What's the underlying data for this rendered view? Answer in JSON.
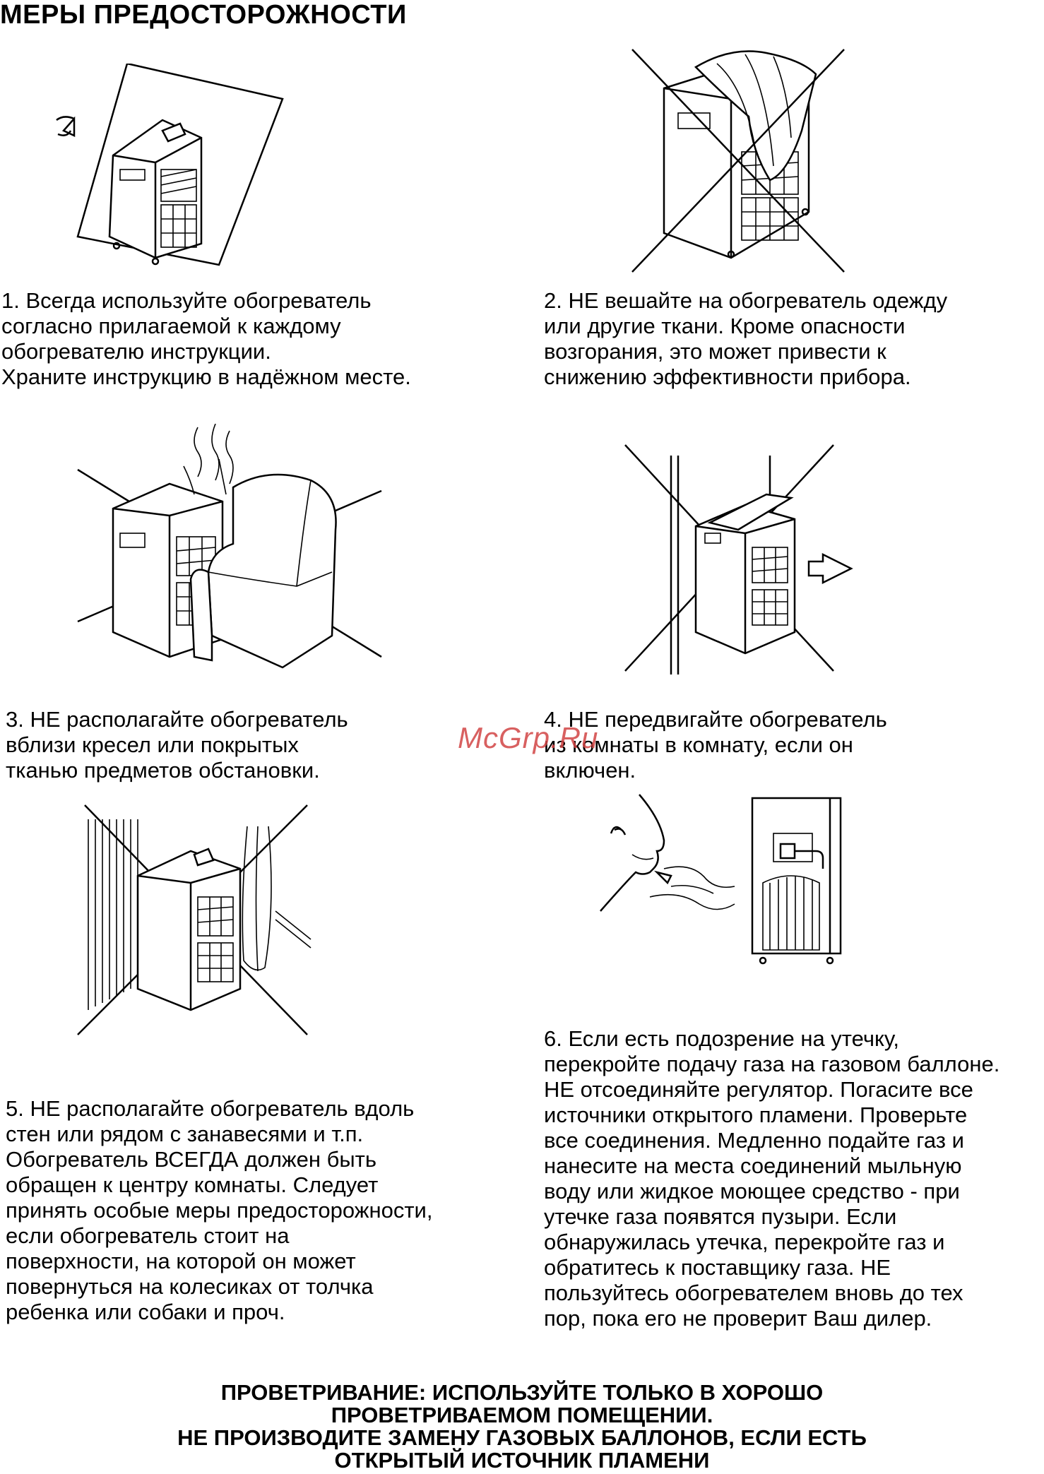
{
  "title": "МЕРЫ ПРЕДОСТОРОЖНОСТИ",
  "watermark": "McGrp.Ru",
  "items": [
    {
      "lines": [
        "1. Всегда используйте обогреватель",
        "согласно прилагаемой к каждому",
        "обогревателю инструкции.",
        "Храните инструкцию в надёжном месте."
      ]
    },
    {
      "lines": [
        "2. НЕ вешайте на обогреватель одежду",
        "или другие ткани. Кроме опасности",
        "возгорания, это может привести к",
        "снижению эффективности прибора."
      ]
    },
    {
      "lines": [
        "3. НЕ располагайте обогреватель",
        "вблизи кресел или покрытых",
        "тканью предметов обстановки."
      ]
    },
    {
      "lines": [
        "4. НЕ передвигайте обогреватель",
        "из комнаты в комнату, если он",
        "включен."
      ]
    },
    {
      "lines": [
        "5. НЕ располагайте обогреватель вдоль",
        "стен или рядом с занавесями и т.п.",
        "Обогреватель ВСЕГДА должен быть",
        "обращен к центру комнаты. Следует",
        "принять особые меры предосторожности,",
        "если обогреватель стоит на",
        "поверхности, на которой он может",
        "повернуться на колесиках от толчка",
        "ребенка или собаки и проч."
      ]
    },
    {
      "lines": [
        "6. Если есть подозрение на утечку,",
        "перекройте подачу газа на газовом баллоне.",
        "НЕ отсоединяйте регулятор. Погасите все",
        "источники открытого пламени. Проверьте",
        "все соединения. Медленно подайте газ и",
        "нанесите на места соединений мыльную",
        "воду или жидкое моющее средство - при",
        "утечке газа появятся пузыри. Если",
        "обнаружилась утечка, перекройте газ и",
        "обратитесь к поставщику газа. НЕ",
        "пользуйтесь обогревателем вновь до тех",
        "пор, пока его не проверит Ваш дилер."
      ]
    }
  ],
  "footer": {
    "lines": [
      "ПРОВЕТРИВАНИЕ: ИСПОЛЬЗУЙТЕ ТОЛЬКО В ХОРОШО",
      "ПРОВЕТРИВАЕМОМ ПОМЕЩЕНИИ.",
      "НЕ ПРОИЗВОДИТЕ ЗАМЕНУ ГАЗОВЫХ БАЛЛОНОВ, ЕСЛИ ЕСТЬ",
      "ОТКРЫТЫЙ ИСТОЧНИК ПЛАМЕНИ"
    ]
  },
  "illustrations": [
    {
      "icon": "heater-with-manual-illustration"
    },
    {
      "icon": "heater-with-clothes-crossed-illustration"
    },
    {
      "icon": "heater-near-armchair-crossed-illustration"
    },
    {
      "icon": "heater-moving-crossed-illustration"
    },
    {
      "icon": "heater-near-curtains-crossed-illustration"
    },
    {
      "icon": "gas-smell-illustration"
    }
  ]
}
